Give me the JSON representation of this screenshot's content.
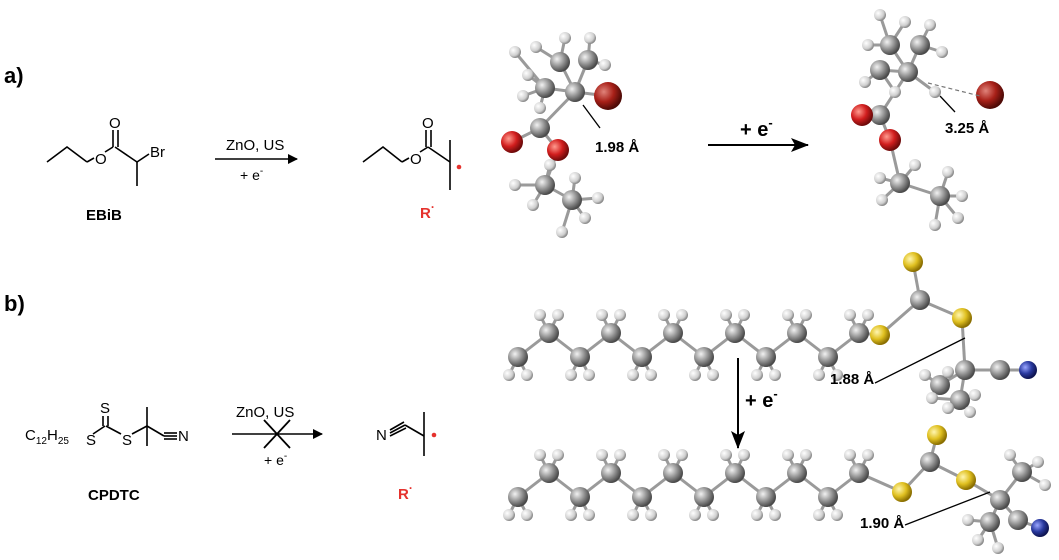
{
  "panel_a": {
    "label": "a)",
    "reactant_name": "EBiB",
    "reactant_atom_br": "Br",
    "reactant_atom_o1": "O",
    "reactant_atom_o2": "O",
    "conditions_top": "ZnO, US",
    "conditions_bottom": "+ e",
    "conditions_bottom_sup": "-",
    "radical_label": "R",
    "radical_sup": "·",
    "radical_atom_o1": "O",
    "radical_atom_o2": "O",
    "bond_length_before": "1.98 Å",
    "electron_arrow_label": "+ e",
    "electron_arrow_sup": "-",
    "bond_length_after": "3.25 Å"
  },
  "panel_b": {
    "label": "b)",
    "reactant_name": "CPDTC",
    "formula_c": "C",
    "formula_c_sub": "12",
    "formula_h": "H",
    "formula_h_sub": "25",
    "atom_s1": "S",
    "atom_s2": "S",
    "atom_s3": "S",
    "atom_n": "N",
    "conditions_top": "ZnO, US",
    "conditions_bottom": "+ e",
    "conditions_bottom_sup": "-",
    "radical_atom_n": "N",
    "radical_label": "R",
    "radical_sup": "·",
    "electron_arrow_label": "+ e",
    "electron_arrow_sup": "-",
    "bond_length_before": "1.88 Å",
    "bond_length_after": "1.90 Å"
  },
  "colors": {
    "radical_red": "#e5322d",
    "bromine": "#a82018",
    "oxygen": "#d21e1e",
    "carbon": "#8c8c8c",
    "hydrogen": "#d9d9d9",
    "sulfur": "#e0c020",
    "nitrogen": "#2a3aa0"
  }
}
